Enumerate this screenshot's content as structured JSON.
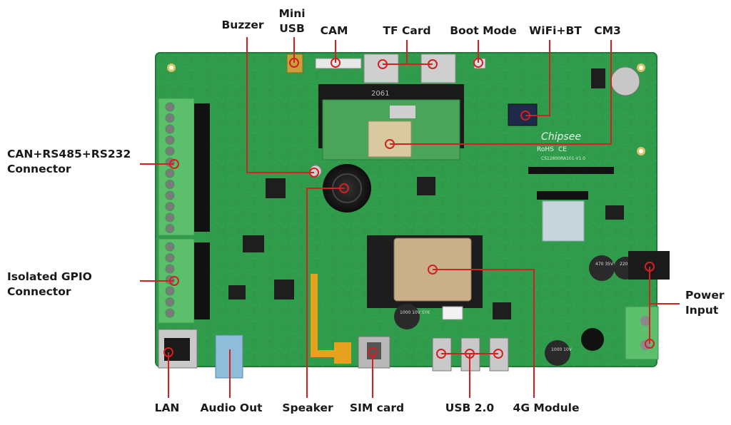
{
  "board": {
    "brand": "Chipsee",
    "rohs": "RoHS",
    "ce": "CE",
    "part_number": "CS12800RA101-V1.0",
    "cm_marking": "2061",
    "cap_small": "1000\n10V\nSYK",
    "cap_mid": "1000\n10V",
    "cap_power": "470\n35V",
    "cap_right": "220\n10V"
  },
  "labels": {
    "mini_usb": "Mini\nUSB",
    "buzzer": "Buzzer",
    "cam": "CAM",
    "tf_card": "TF Card",
    "boot_mode": "Boot Mode",
    "wifi_bt": "WiFi+BT",
    "cm3": "CM3",
    "can_rs": "CAN+RS485+RS232\nConnector",
    "isolated_gpio": "Isolated GPIO\nConnector",
    "power_input": "Power\nInput",
    "lan": "LAN",
    "audio_out": "Audio Out",
    "speaker": "Speaker",
    "sim_card": "SIM card",
    "usb_2": "USB 2.0",
    "module_4g": "4G Module"
  },
  "colors": {
    "pcb": "#2f9b4b",
    "pcb_dark": "#217a37",
    "terminal": "#5bbf6c",
    "callout": "#d42020",
    "chip": "#1e1e1e"
  }
}
